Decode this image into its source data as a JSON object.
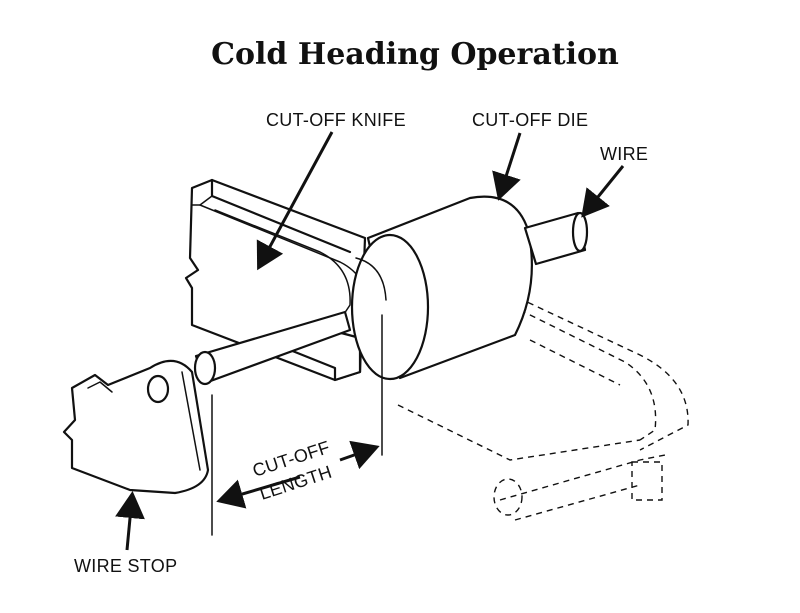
{
  "diagram": {
    "title": "Cold Heading Operation",
    "labels": {
      "cutoff_knife": "CUT-OFF KNIFE",
      "cutoff_die": "CUT-OFF DIE",
      "wire": "WIRE",
      "cutoff_length_line1": "CUT-OFF",
      "cutoff_length_line2": "LENGTH",
      "wire_stop": "WIRE STOP"
    }
  }
}
